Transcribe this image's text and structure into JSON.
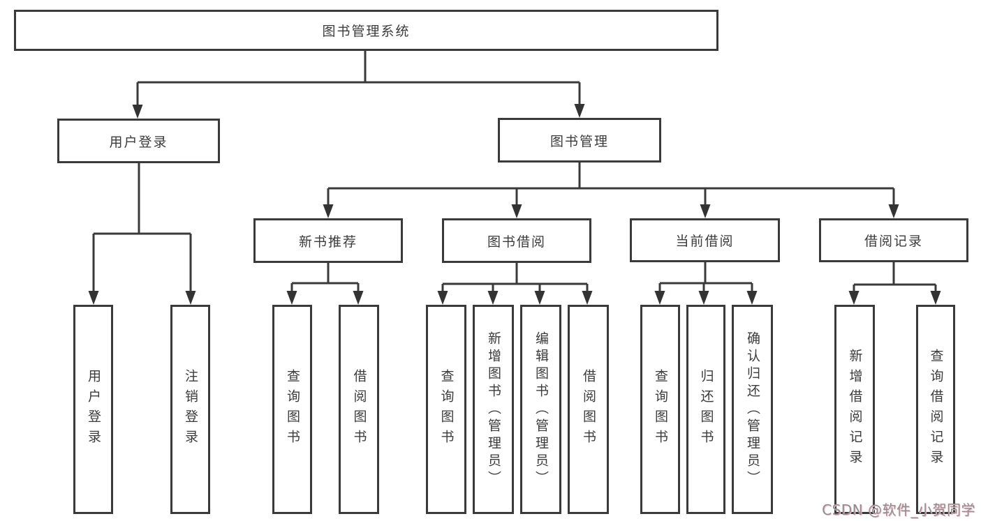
{
  "diagram": {
    "root": {
      "label": "图书管理系统"
    },
    "branches": [
      {
        "label": "用户登录",
        "children": [
          {
            "label": "用户登录"
          },
          {
            "label": "注销登录"
          }
        ]
      },
      {
        "label": "图书管理",
        "children": [
          {
            "label": "新书推荐",
            "children": [
              {
                "label": "查询图书"
              },
              {
                "label": "借阅图书"
              }
            ]
          },
          {
            "label": "图书借阅",
            "children": [
              {
                "label": "查询图书"
              },
              {
                "label": "新增图书（管理员）"
              },
              {
                "label": "编辑图书（管理员）"
              },
              {
                "label": "借阅图书"
              }
            ]
          },
          {
            "label": "当前借阅",
            "children": [
              {
                "label": "查询图书"
              },
              {
                "label": "归还图书"
              },
              {
                "label": "确认归还（管理员）"
              }
            ]
          },
          {
            "label": "借阅记录",
            "children": [
              {
                "label": "新增借阅记录"
              },
              {
                "label": "查询借阅记录"
              }
            ]
          }
        ]
      }
    ]
  },
  "watermark": {
    "text": "CSDN @软件_小贺同学"
  },
  "colors": {
    "line": "#3a3a3a",
    "box_border": "#3a3a3a",
    "text": "#3b3b3b",
    "background": "#ffffff",
    "watermark_text": "#8f8f8f",
    "watermark_accent": "#f3b6c6"
  }
}
